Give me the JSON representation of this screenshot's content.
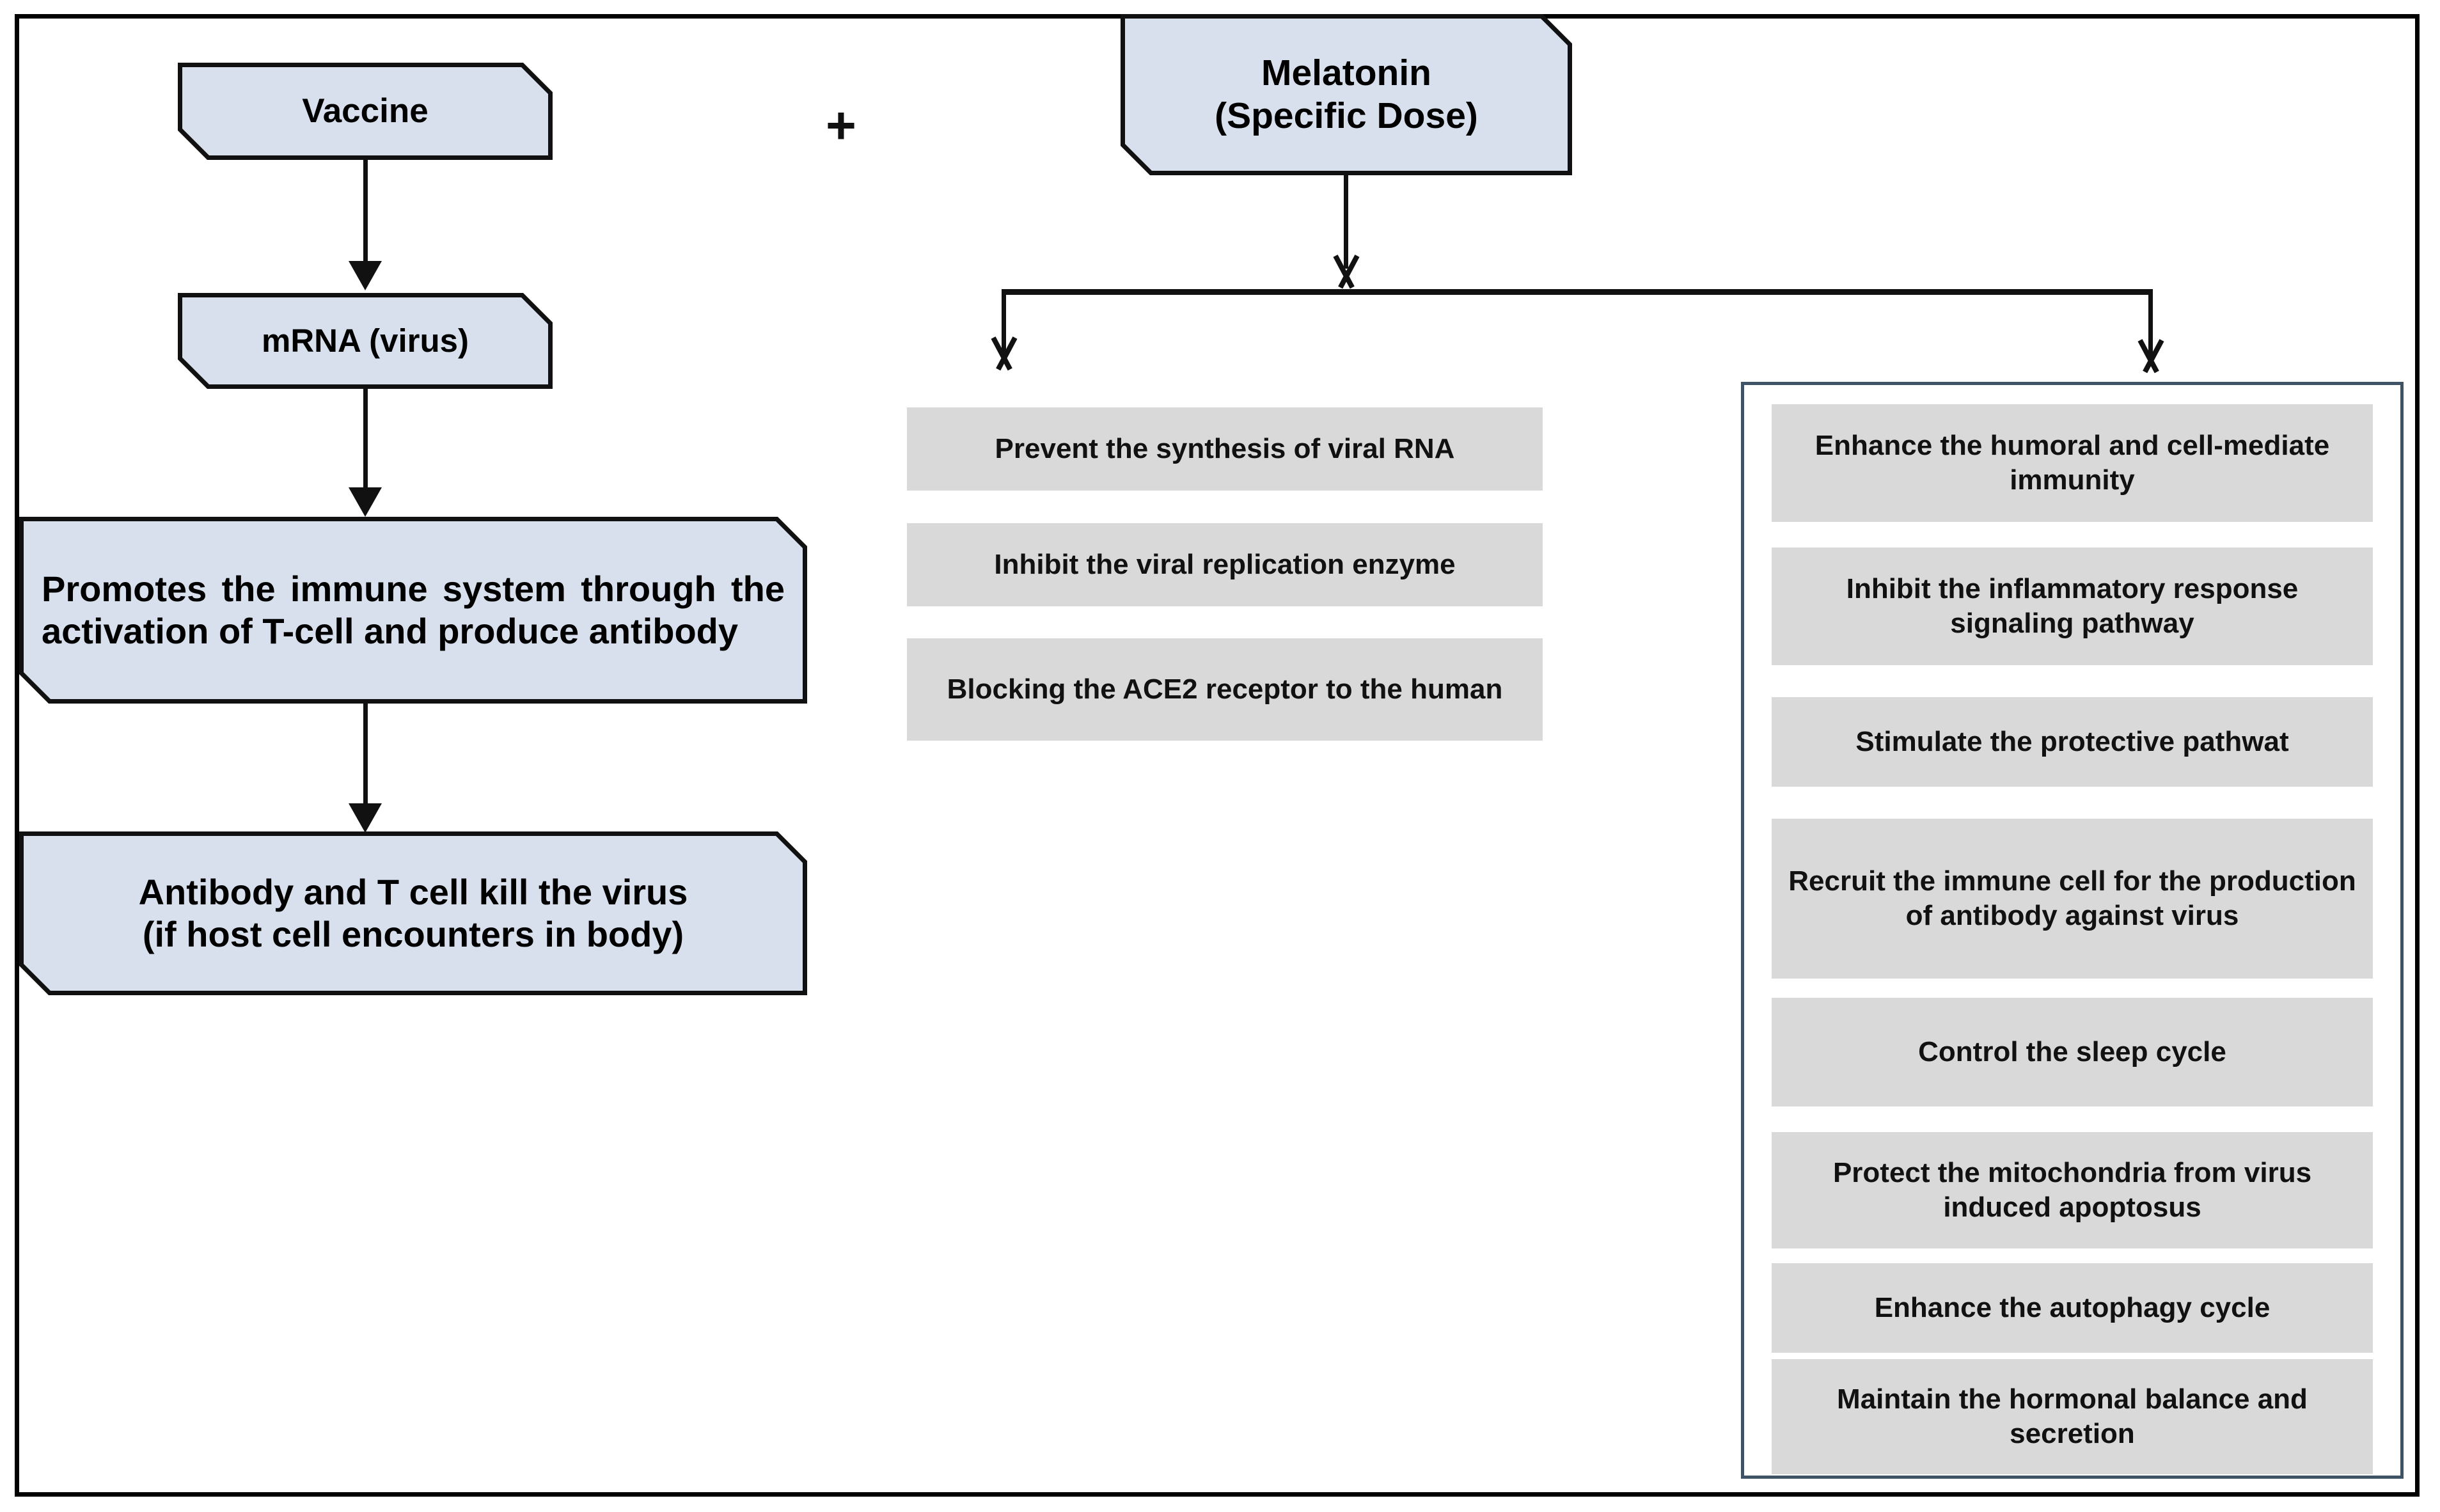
{
  "diagram": {
    "title": "Vaccine and melatonin combined mechanism flowchart",
    "plus_symbol": "+",
    "colors": {
      "process_box_fill": "#d6dfec",
      "process_box_border": "#111111",
      "chip_fill": "#d9d9d9",
      "panel_border": "#3e5365",
      "outer_frame": "#000000",
      "text": "#111111"
    }
  },
  "left_branch": {
    "nodes": [
      {
        "id": "vaccine",
        "label": "Vaccine"
      },
      {
        "id": "mrna",
        "label": "mRNA (virus)"
      },
      {
        "id": "promotes",
        "label": "Promotes the immune system through the activation of T-cell and produce antibody"
      },
      {
        "id": "antibody",
        "label": "Antibody and T cell kill the virus (if host cell encounters in body)"
      }
    ],
    "antibody_lines": [
      "Antibody and T cell kill the virus",
      "(if host cell encounters in body)"
    ]
  },
  "right_branch": {
    "source": {
      "id": "melatonin",
      "label": "Melatonin (Specific Dose)"
    },
    "source_lines": [
      "Melatonin",
      "(Specific Dose)"
    ],
    "antiviral_effects": [
      "Prevent the synthesis of viral RNA",
      "Inhibit the viral replication enzyme",
      "Blocking the ACE2 receptor to the human"
    ],
    "immune_effects": [
      "Enhance the humoral and cell-mediate immunity",
      "Inhibit the inflammatory response signaling pathway",
      "Stimulate the protective pathwat",
      "Recruit the immune cell for the production of antibody against virus",
      "Control the sleep cycle",
      "Protect the mitochondria from virus induced apoptosus",
      "Enhance the autophagy  cycle",
      "Maintain the hormonal balance and secretion"
    ]
  },
  "connectors": [
    {
      "id": "vaccine-to-mrna",
      "kind": "arrow-down"
    },
    {
      "id": "mrna-to-promotes",
      "kind": "arrow-down"
    },
    {
      "id": "promotes-to-antibody",
      "kind": "arrow-down"
    },
    {
      "id": "melatonin-to-split",
      "kind": "arrow-down"
    },
    {
      "id": "split-bar",
      "kind": "horizontal-bar"
    },
    {
      "id": "split-to-antiviral",
      "kind": "arrow-down"
    },
    {
      "id": "split-to-immune",
      "kind": "arrow-down"
    }
  ]
}
